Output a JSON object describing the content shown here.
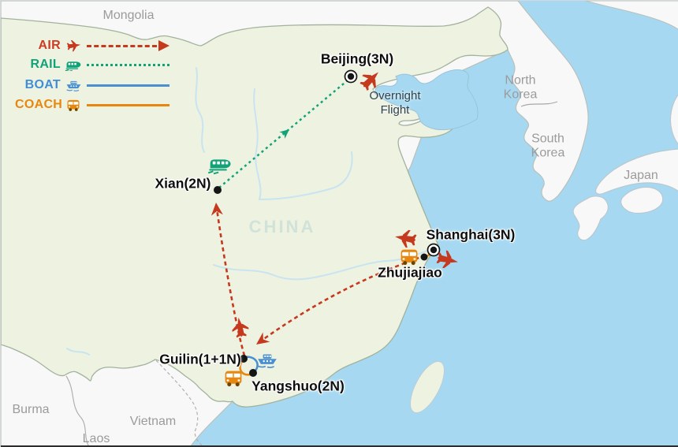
{
  "legend": {
    "items": [
      {
        "id": "air",
        "label": "AIR",
        "color": "#cf3a22",
        "line_style": "dashed-arrow"
      },
      {
        "id": "rail",
        "label": "RAIL",
        "color": "#12a278",
        "line_style": "dotted"
      },
      {
        "id": "boat",
        "label": "BOAT",
        "color": "#3f8ed6",
        "line_style": "solid"
      },
      {
        "id": "coach",
        "label": "COACH",
        "color": "#e8870e",
        "line_style": "solid"
      }
    ]
  },
  "regions": {
    "mongolia": "Mongolia",
    "north_korea": "North\nKorea",
    "south_korea": "South\nKorea",
    "japan": "Japan",
    "burma": "Burma",
    "vietnam": "Vietnam",
    "laos": "Laos",
    "china_watermark": "CHINA"
  },
  "cities": {
    "beijing": "Beijing(3N)",
    "xian": "Xian(2N)",
    "shanghai": "Shanghai(3N)",
    "zhujiajiao": "Zhujiajiao",
    "guilin": "Guilin(1+1N)",
    "yangshuo": "Yangshuo(2N)"
  },
  "notes": {
    "overnight_flight": "Overnight\nFlight"
  },
  "colors": {
    "sea": "#a6d9f1",
    "china_land": "#eef2e1",
    "foreign_land": "#f8f8f9",
    "air_route": "#c5391f",
    "rail_route": "#12a278",
    "boat_route": "#4a90d0",
    "coach_route": "#e8870e",
    "marker": "#151515"
  }
}
